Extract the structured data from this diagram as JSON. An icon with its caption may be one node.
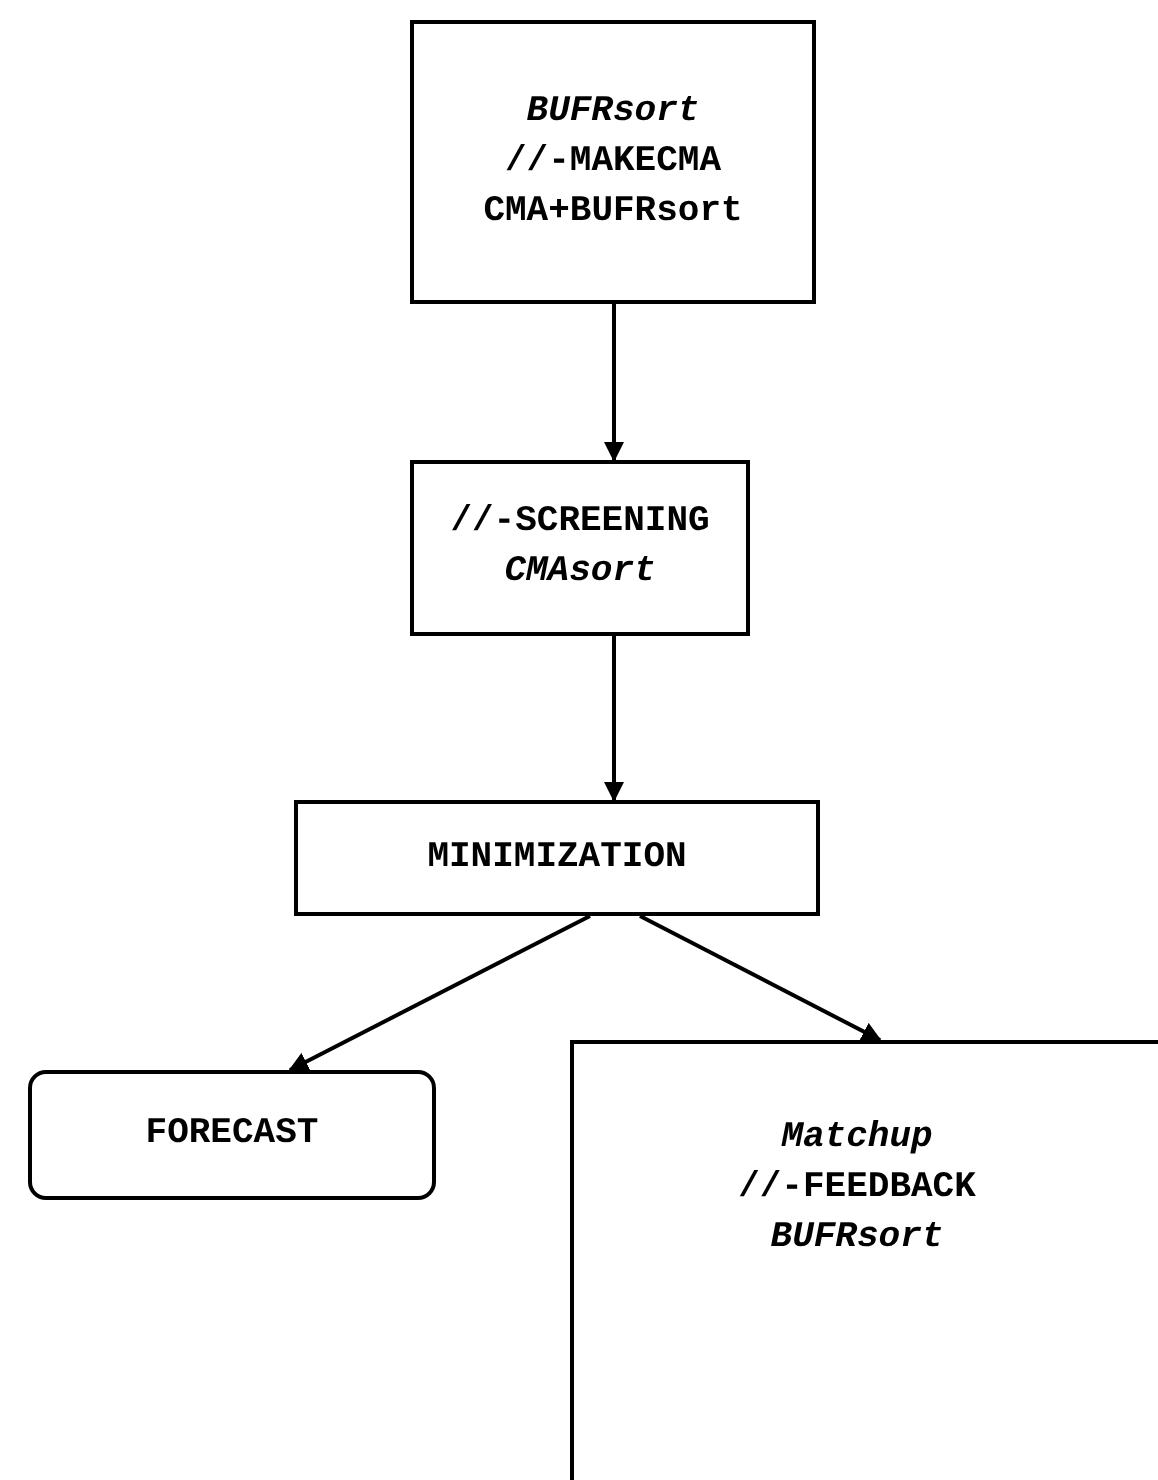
{
  "diagram": {
    "nodes": [
      {
        "text": [
          "*BUFRsort*",
          "//-MAKECMA",
          "CMA+BUFRsort"
        ]
      },
      {
        "text": [
          "//-SCREENING",
          "*CMAsort*"
        ]
      },
      {
        "text": [
          "MINIMIZATION"
        ]
      },
      {
        "text": [
          "FORECAST"
        ]
      },
      {
        "text": [
          "*Matchup*",
          "//-FEEDBACK",
          "*BUFRsort*"
        ]
      }
    ],
    "edges": [
      {
        "from": 0,
        "to": 1,
        "arrow": "to"
      },
      {
        "from": 1,
        "to": 2,
        "arrow": "to"
      },
      {
        "from": 2,
        "to": 3,
        "arrow": "to"
      },
      {
        "from": 2,
        "to": 4,
        "arrow": "to"
      }
    ]
  }
}
